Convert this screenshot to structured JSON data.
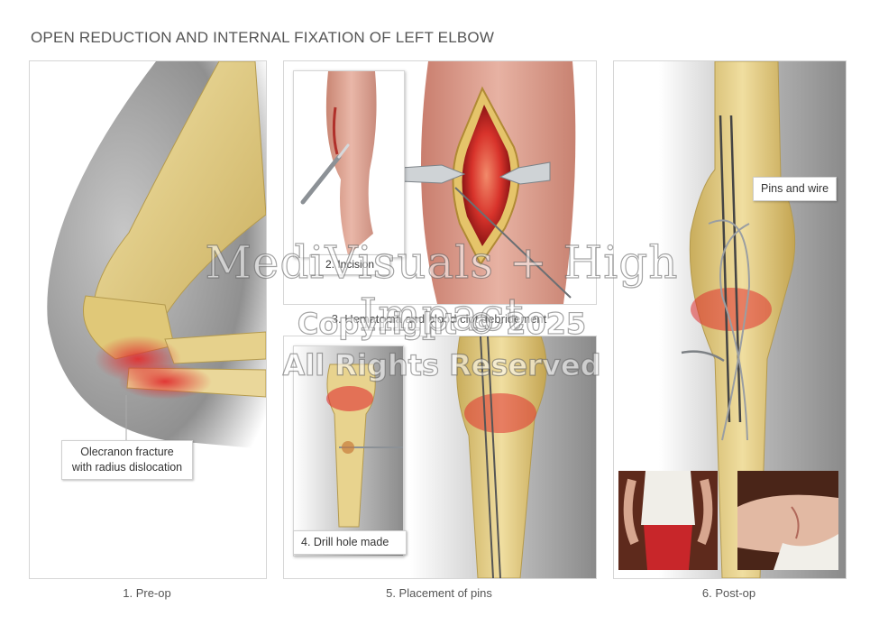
{
  "title": "OPEN REDUCTION AND INTERNAL FIXATION OF LEFT ELBOW",
  "panels": {
    "preop": {
      "caption": "1. Pre-op",
      "label_line1": "Olecranon fracture",
      "label_line2": "with radius dislocation"
    },
    "incision": {
      "caption": "2. Incision"
    },
    "debridement": {
      "caption": "3. Hematoma and blood clot debridement"
    },
    "drill": {
      "caption": "4. Drill hole made"
    },
    "pins": {
      "caption": "5. Placement of pins"
    },
    "postop": {
      "caption": "6. Post-op",
      "label": "Pins and wire"
    }
  },
  "watermark": {
    "line1": "MediVisuals + High Impact",
    "line2": "Copyright © 2025",
    "line3": "All Rights Reserved"
  },
  "colors": {
    "bone": "#e3cd83",
    "fracture_red": "#d43a3a",
    "background_gray": "#9a9a9a",
    "skin": "#e2a79a"
  }
}
